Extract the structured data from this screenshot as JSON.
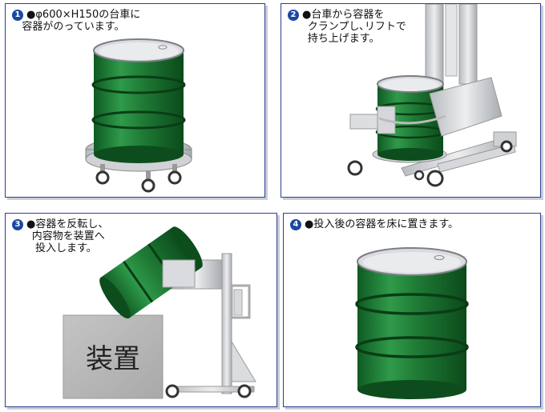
{
  "panels": [
    {
      "number": "1",
      "bullet": "●",
      "line1": "φ600×H150の台車に",
      "line2": "容器がのっています。"
    },
    {
      "number": "2",
      "bullet": "●",
      "line1": "台車から容器を",
      "line2": "クランプし､リフトで",
      "line3": "持ち上げます。"
    },
    {
      "number": "3",
      "bullet": "●",
      "line1": "容器を反転し、",
      "line2": "内容物を装置へ",
      "line3": "投入します。",
      "device_label": "装置"
    },
    {
      "number": "4",
      "bullet": "●",
      "line1": "投入後の容器を床に置きます。"
    }
  ],
  "colors": {
    "drum_green": "#1f7a35",
    "frame_blue": "#2a3f8f",
    "badge_blue": "#1b48a0"
  }
}
